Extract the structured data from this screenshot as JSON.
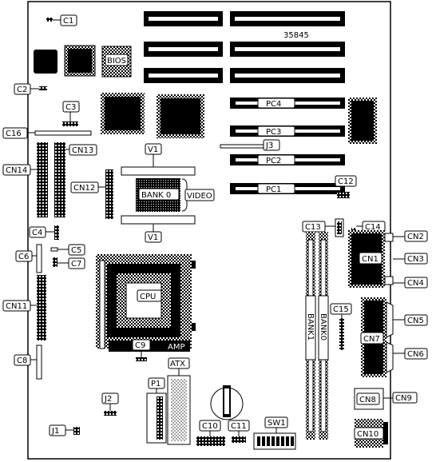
{
  "board_code": "35845",
  "labels": {
    "c1": "C1",
    "c2": "C2",
    "c3": "C3",
    "c4": "C4",
    "c5": "C5",
    "c6": "C6",
    "c7": "C7",
    "c8": "C8",
    "c9": "C9",
    "c10": "C10",
    "c11": "C11",
    "c12": "C12",
    "c13": "C13",
    "c14": "C14",
    "c15": "C15",
    "c16": "C16",
    "cn1": "CN1",
    "cn2": "CN2",
    "cn3": "CN3",
    "cn4": "CN4",
    "cn5": "CN5",
    "cn6": "CN6",
    "cn7": "CN7",
    "cn8": "CN8",
    "cn9": "CN9",
    "cn10": "CN10",
    "cn11": "CN11",
    "cn12": "CN12",
    "cn13": "CN13",
    "cn14": "CN14",
    "j1": "J1",
    "j2": "J2",
    "j3": "J3",
    "p1": "P1",
    "sw1": "SW1",
    "atx": "ATX",
    "bios": "BIOS",
    "cpu": "CPU",
    "amp": "AMP",
    "video": "VIDEO",
    "bank0": "BANK 0",
    "bank0_vertical": "BANK0",
    "bank1_vertical": "BANK1",
    "v1_top": "V1",
    "v1_bottom": "V1",
    "pc1": "PC1",
    "pc2": "PC2",
    "pc3": "PC3",
    "pc4": "PC4"
  }
}
